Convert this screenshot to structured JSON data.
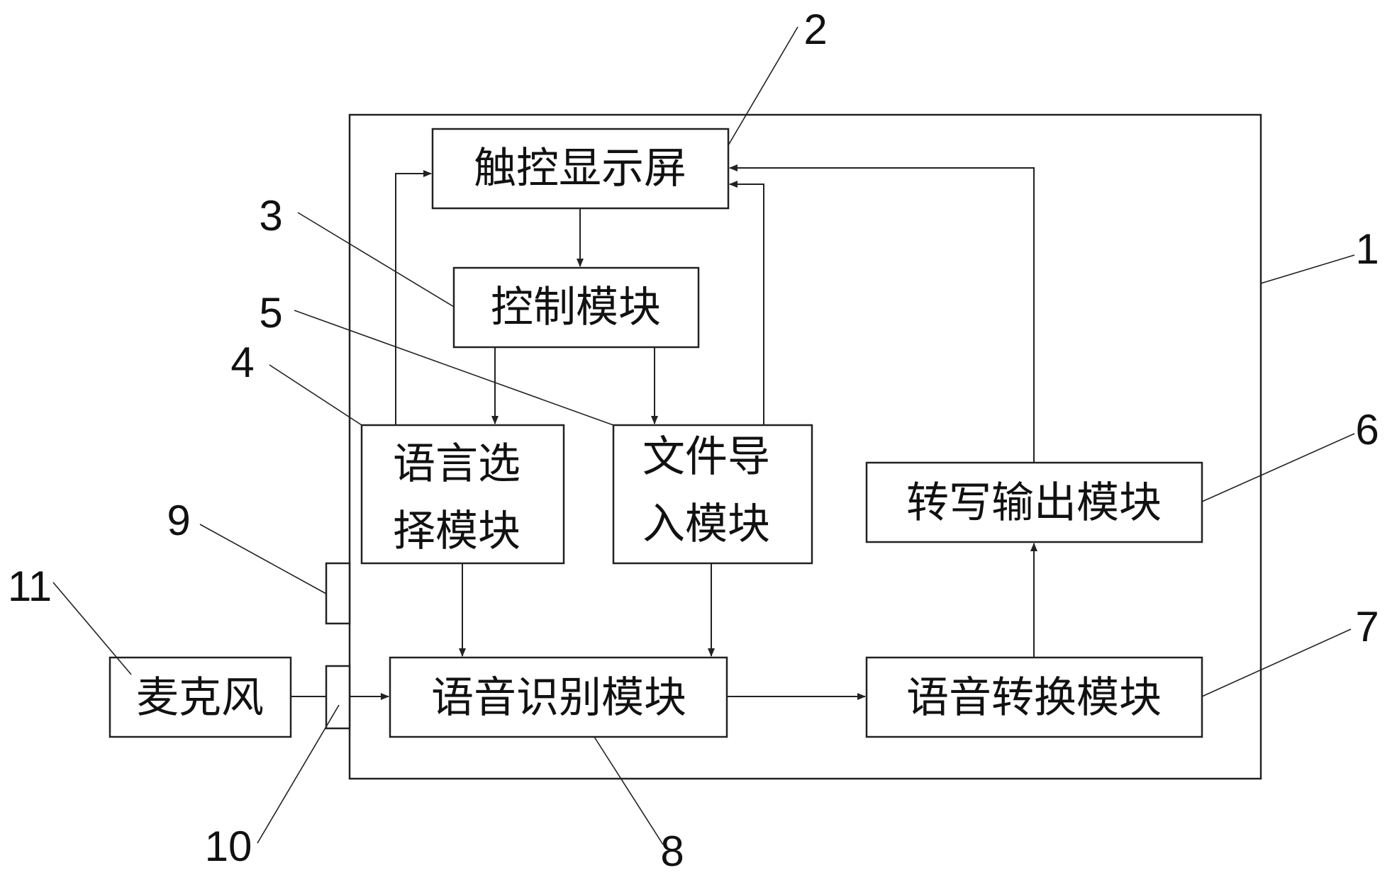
{
  "diagram": {
    "modules": {
      "touch_screen": "触控显示屏",
      "control": "控制模块",
      "language_select": [
        "语言选",
        "择模块"
      ],
      "file_import": [
        "文件导",
        "入模块"
      ],
      "transcribe_output": "转写输出模块",
      "speech_recognition": "语音识别模块",
      "speech_convert": "语音转换模块",
      "microphone": "麦克风"
    },
    "reference_numbers": {
      "housing": "1",
      "touch_screen": "2",
      "control": "3",
      "language_select": "4",
      "file_import": "5",
      "transcribe_output": "6",
      "speech_convert": "7",
      "speech_recognition": "8",
      "port_upper": "9",
      "port_lower": "10",
      "microphone": "11"
    }
  }
}
